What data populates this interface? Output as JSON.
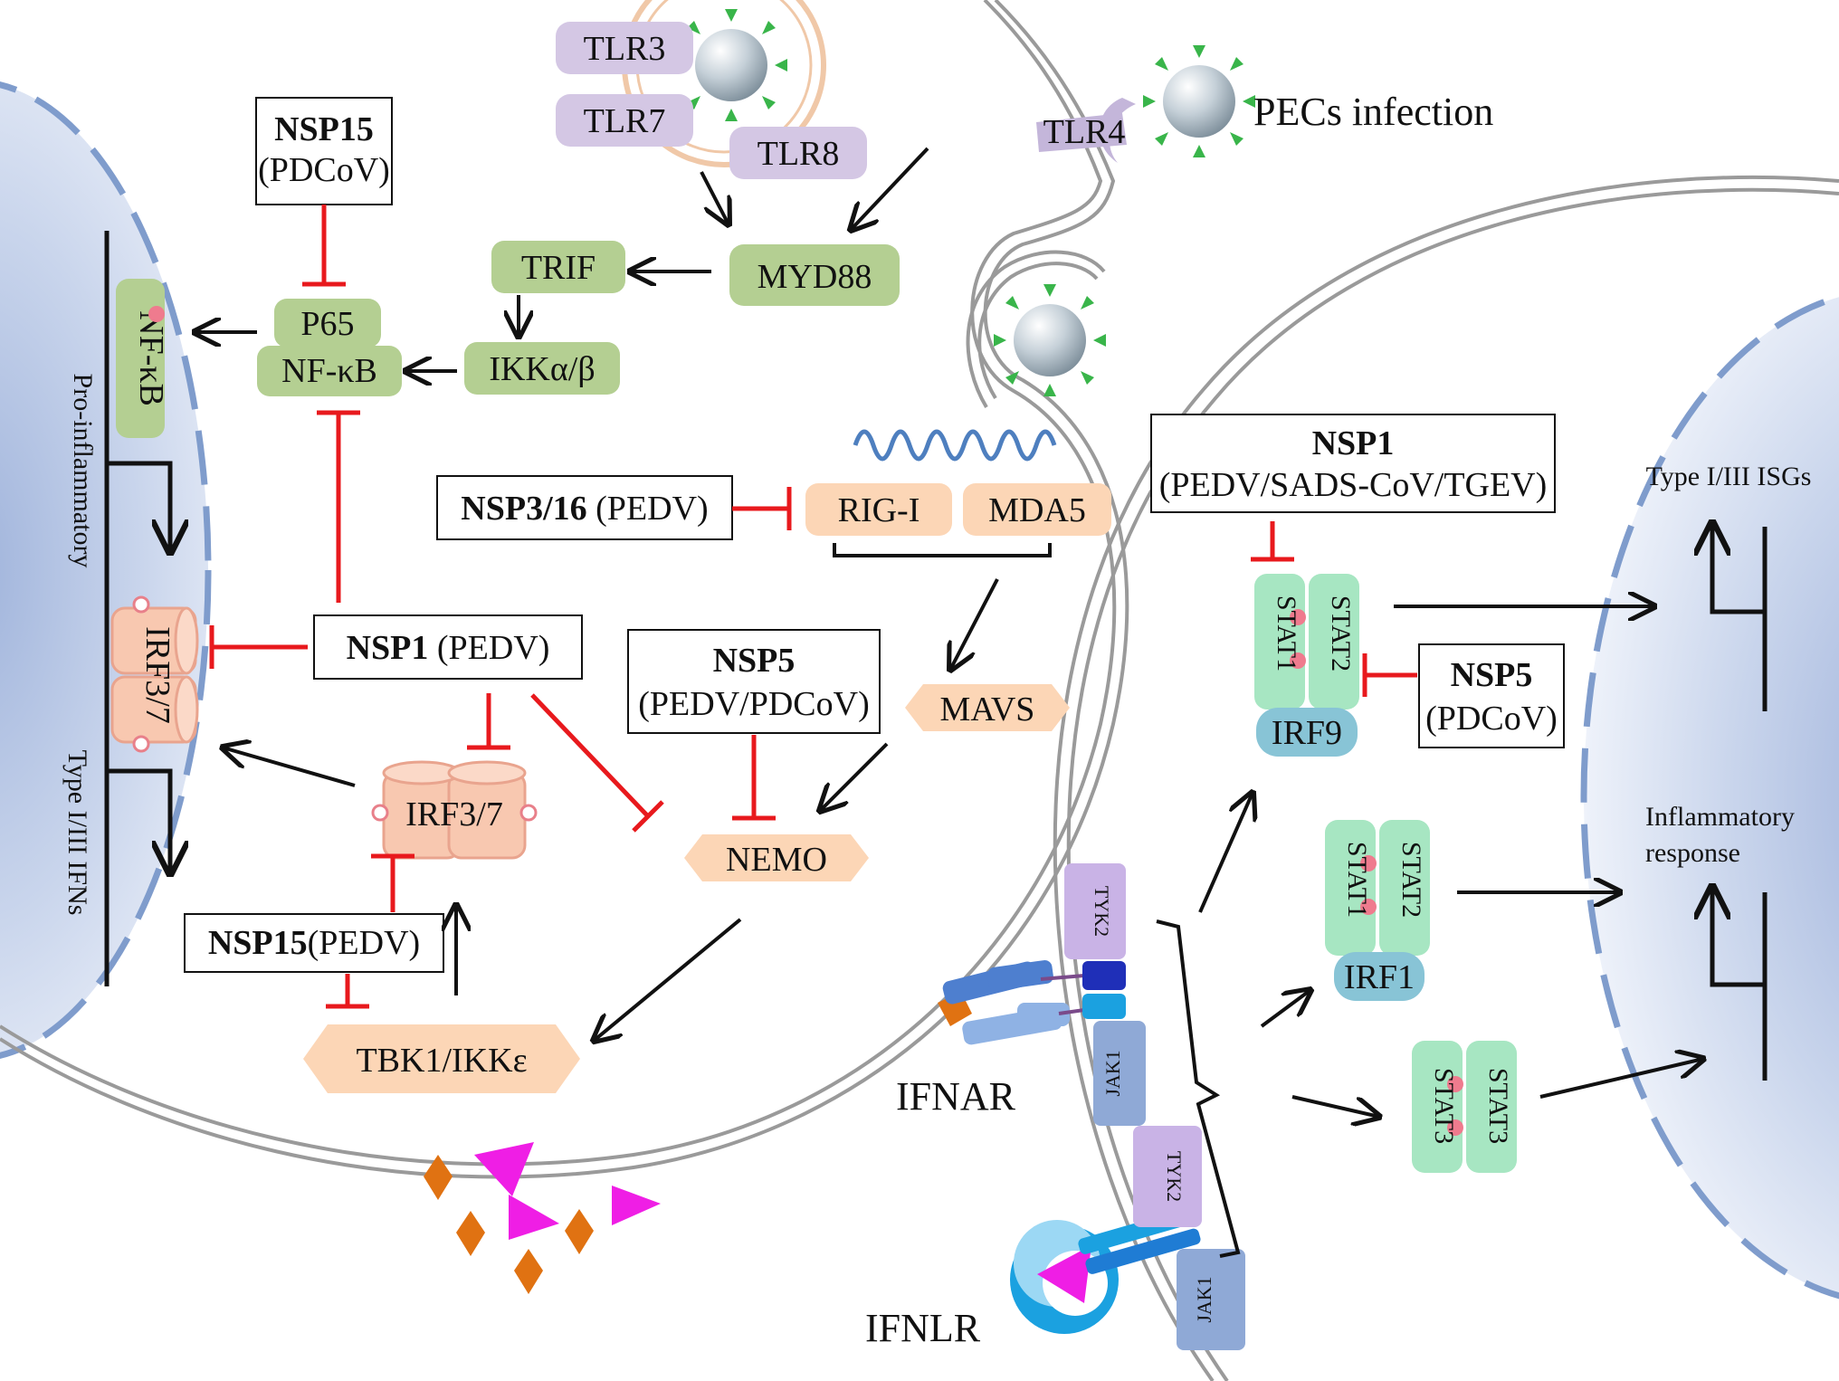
{
  "colors": {
    "receptor_purple": "#d4c7e4",
    "adaptor_green": "#b4cf92",
    "sensor_orange": "#fcd6b6",
    "stat_green": "#a7e6c2",
    "irf_blue": "#88c4d6",
    "inhibit_red": "#e8191d",
    "nucleus_blue": "#b8c8e4",
    "membrane_gray": "#9a9a9a"
  },
  "pathway": {
    "tlr3": "TLR3",
    "tlr7": "TLR7",
    "tlr8": "TLR8",
    "tlr4": "TLR4",
    "pecs_infection": "PECs infection",
    "myd88": "MYD88",
    "trif": "TRIF",
    "ikk_ab": "IKKα/β",
    "p65": "P65",
    "nfkb": "NF-κB",
    "nucleus_nfkb": "NF-κB",
    "rig_i": "RIG-I",
    "mda5": "MDA5",
    "mavs": "MAVS",
    "nemo": "NEMO",
    "tbk1": "TBK1/IKKε",
    "irf37": "IRF3/7",
    "nucleus_irf37": "IRF3/7",
    "pro_inflammatory": "Pro-inflammatory",
    "type_ifns": "Type I/III IFNs"
  },
  "inhibitors": {
    "nsp15_pdcov_name": "NSP15",
    "nsp15_pdcov_virus": "(PDCoV)",
    "nsp316_name": "NSP3/16",
    "nsp316_virus": " (PEDV)",
    "nsp1_pedv_name": "NSP1",
    "nsp1_pedv_virus": " (PEDV)",
    "nsp5_name": "NSP5",
    "nsp5_virus": "(PEDV/PDCoV)",
    "nsp15_pedv_name": "NSP15",
    "nsp15_pedv_virus": "(PEDV)",
    "nsp1_right_name": "NSP1",
    "nsp1_right_virus": "(PEDV/SADS-CoV/TGEV)",
    "nsp5_right_name": "NSP5",
    "nsp5_right_virus": "(PDCoV)"
  },
  "signaling": {
    "ifnar": "IFNAR",
    "ifnlr": "IFNLR",
    "tyk2_a": "TYK2",
    "jak1_a": "JAK1",
    "tyk2_b": "TYK2",
    "jak1_b": "JAK1",
    "stat1_a": "STAT1",
    "stat2_a": "STAT2",
    "irf9": "IRF9",
    "stat1_b": "STAT1",
    "stat2_b": "STAT2",
    "irf1": "IRF1",
    "stat3_l": "STAT3",
    "stat3_r": "STAT3",
    "isgs": "Type I/III ISGs",
    "inflammatory_1": "Inflammatory",
    "inflammatory_2": "response"
  }
}
